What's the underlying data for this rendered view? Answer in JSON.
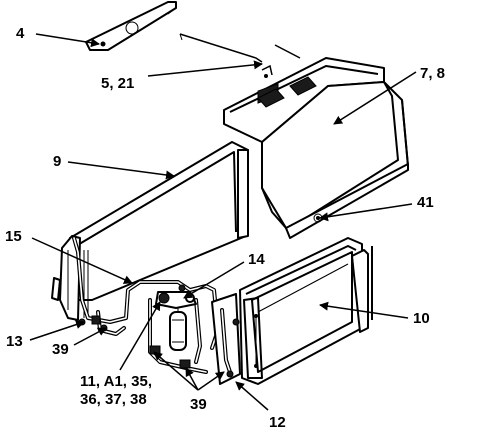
{
  "callouts": [
    {
      "id": "c4",
      "text": "4"
    },
    {
      "id": "c5",
      "text": "5, 21"
    },
    {
      "id": "c78",
      "text": "7, 8"
    },
    {
      "id": "c9",
      "text": "9"
    },
    {
      "id": "c41",
      "text": "41"
    },
    {
      "id": "c15",
      "text": "15"
    },
    {
      "id": "c14",
      "text": "14"
    },
    {
      "id": "c10",
      "text": "10"
    },
    {
      "id": "c13",
      "text": "13"
    },
    {
      "id": "c39a",
      "text": "39"
    },
    {
      "id": "c11",
      "text": "11, A1, 35,\n36, 37, 38"
    },
    {
      "id": "c39b",
      "text": "39"
    },
    {
      "id": "c12",
      "text": "12"
    }
  ],
  "colors": {
    "line": "#000000",
    "fill": "#ffffff",
    "shade": "#d9d9d9"
  }
}
